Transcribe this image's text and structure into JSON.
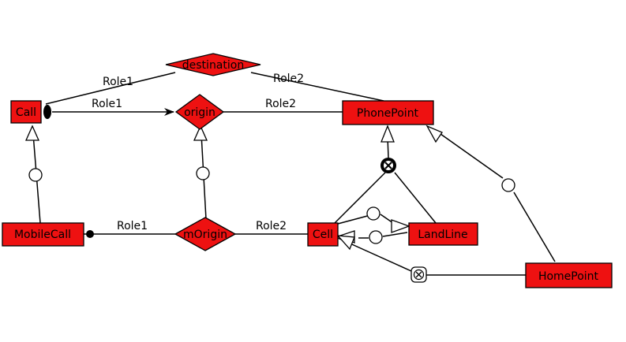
{
  "diagram": {
    "entities": {
      "call": "Call",
      "phonepoint": "PhonePoint",
      "mobilecall": "MobileCall",
      "cell": "Cell",
      "landline": "LandLine",
      "homepoint": "HomePoint"
    },
    "relationships": {
      "destination": "destination",
      "origin": "origin",
      "morigin": "mOrigin"
    },
    "roles": {
      "destination_role1": "Role1",
      "destination_role2": "Role2",
      "origin_role1": "Role1",
      "origin_role2": "Role2",
      "morigin_role1": "Role1",
      "morigin_role2": "Role2"
    },
    "colors": {
      "fill": "#ee1111",
      "stroke": "#000000"
    }
  }
}
